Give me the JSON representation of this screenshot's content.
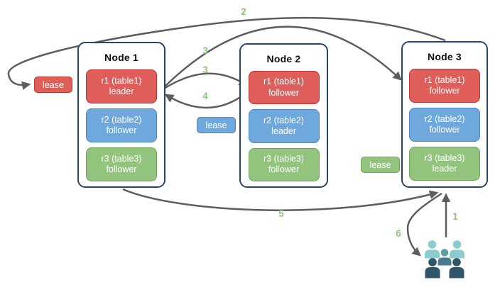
{
  "nodes": [
    {
      "title": "Node 1",
      "replicas": [
        {
          "name": "r1 (table1)",
          "role": "leader",
          "color": "red"
        },
        {
          "name": "r2 (table2)",
          "role": "follower",
          "color": "blue"
        },
        {
          "name": "r3 (table3)",
          "role": "follower",
          "color": "green"
        }
      ]
    },
    {
      "title": "Node 2",
      "replicas": [
        {
          "name": "r1 (table1)",
          "role": "follower",
          "color": "red"
        },
        {
          "name": "r2 (table2)",
          "role": "leader",
          "color": "blue"
        },
        {
          "name": "r3 (table3)",
          "role": "follower",
          "color": "green"
        }
      ]
    },
    {
      "title": "Node 3",
      "replicas": [
        {
          "name": "r1 (table1)",
          "role": "follower",
          "color": "red"
        },
        {
          "name": "r2 (table2)",
          "role": "follower",
          "color": "blue"
        },
        {
          "name": "r3 (table3)",
          "role": "leader",
          "color": "green"
        }
      ]
    }
  ],
  "leases": [
    {
      "label": "lease",
      "color": "red"
    },
    {
      "label": "lease",
      "color": "blue"
    },
    {
      "label": "lease",
      "color": "green"
    }
  ],
  "steps": {
    "s1": "1",
    "s2": "2",
    "s3a": "3",
    "s3b": "3",
    "s4": "4",
    "s5": "5",
    "s6": "6"
  },
  "icons": {
    "users_icon": "group of client users"
  },
  "colors": {
    "replica_red": "#df5e5a",
    "replica_red_border": "#bf3430",
    "replica_blue": "#6fa8dc",
    "replica_blue_border": "#4a86c8",
    "replica_green": "#93c47d",
    "replica_green_border": "#70a457",
    "node_border": "#28456e",
    "arrow_gray": "#5d5d5d",
    "step_number_green": "#93c47d",
    "user_light_teal": "#8cccce",
    "user_mid_teal_head": "#5d9da6",
    "user_mid_teal_torso": "#4a7b8d",
    "user_dark_slate": "#2e5569"
  }
}
